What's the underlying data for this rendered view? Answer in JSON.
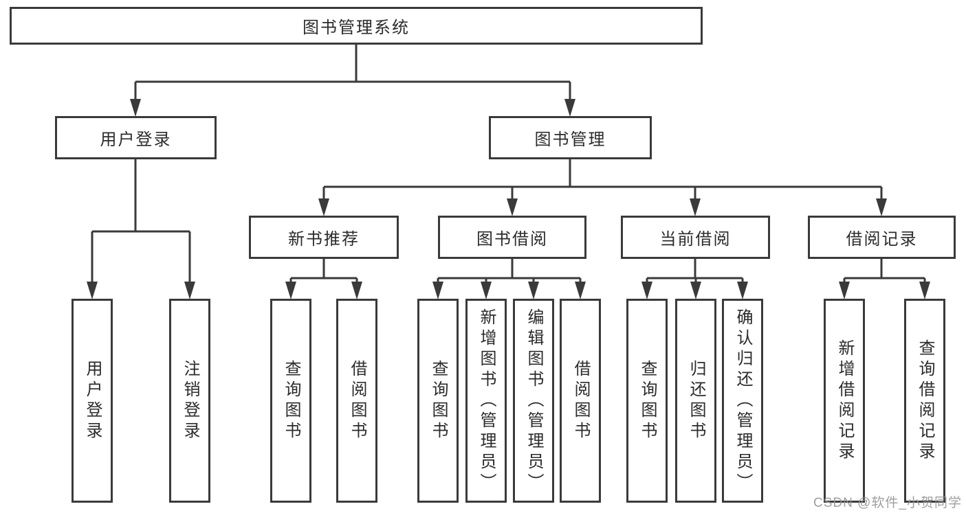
{
  "tree": {
    "label": "图书管理系统",
    "children": [
      {
        "label": "用户登录",
        "children": [
          {
            "label": "用户登录"
          },
          {
            "label": "注销登录"
          }
        ]
      },
      {
        "label": "图书管理",
        "children": [
          {
            "label": "新书推荐",
            "children": [
              {
                "label": "查询图书"
              },
              {
                "label": "借阅图书"
              }
            ]
          },
          {
            "label": "图书借阅",
            "children": [
              {
                "label": "查询图书"
              },
              {
                "label": "新增图书（管理员）"
              },
              {
                "label": "编辑图书（管理员）"
              },
              {
                "label": "借阅图书"
              }
            ]
          },
          {
            "label": "当前借阅",
            "children": [
              {
                "label": "查询图书"
              },
              {
                "label": "归还图书"
              },
              {
                "label": "确认归还（管理员）"
              }
            ]
          },
          {
            "label": "借阅记录",
            "children": [
              {
                "label": "新增借阅记录"
              },
              {
                "label": "查询借阅记录"
              }
            ]
          }
        ]
      }
    ]
  },
  "watermark": {
    "text": "CSDN @软件_小贺同学"
  },
  "colors": {
    "background": "#ffffff",
    "box_border": "#3a3a3a",
    "connector_line": "#3a3a3a",
    "text": "#2b2b2b",
    "watermark_text": "#969696"
  }
}
